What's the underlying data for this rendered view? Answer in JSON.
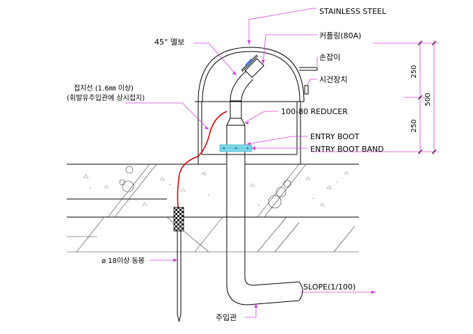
{
  "labels": {
    "stainless": "STAINLESS STEEL",
    "elbow": "45° 엘보",
    "coupling": "커플링(80A)",
    "handle": "손잡이",
    "lock": "시건장치",
    "ground_line1": "접지선 (1.6㎜ 이상)",
    "ground_line2": "(휘발유주입관에 상시접지)",
    "reducer": "100-80 REDUCER",
    "entry_boot": "ENTRY BOOT",
    "entry_boot_band": "ENTRY BOOT BAND",
    "copper_rod": "ø 18이상 동봉",
    "slope": "SLOPE(1/100)",
    "fill_pipe": "주입관"
  },
  "dimensions": {
    "upper": "250",
    "lower": "250",
    "total": "500"
  },
  "colors": {
    "leader": "#d63fd6",
    "ground_wire": "#e00000",
    "boot": "#7fd8e8"
  }
}
